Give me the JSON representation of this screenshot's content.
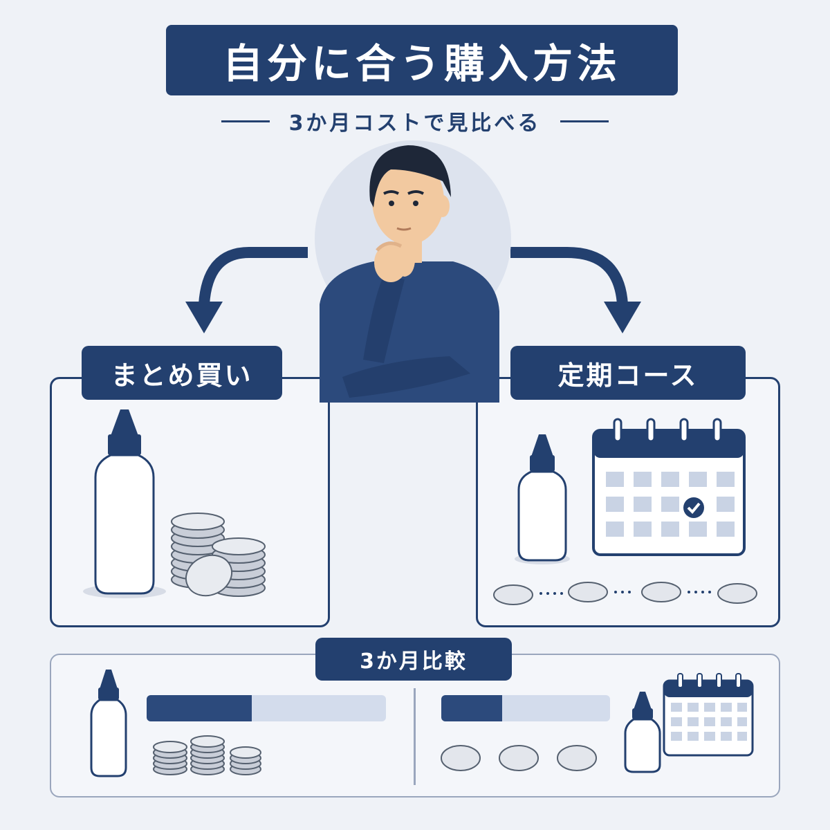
{
  "header": {
    "title": "自分に合う購入方法",
    "subtitle": "3か月コストで見比べる"
  },
  "options": {
    "bulk_label": "まとめ買い",
    "subscription_label": "定期コース"
  },
  "comparison": {
    "label": "3か月比較",
    "bulk_bar_fill": 0.44,
    "subscription_bar_fill": 0.36
  },
  "colors": {
    "navy": "#23406f",
    "background": "#eff2f7",
    "bar_track": "#d3dcec"
  },
  "icons": [
    "thinking-man-icon",
    "arrow-left-icon",
    "arrow-right-icon",
    "bottle-icon",
    "coin-stack-icon",
    "calendar-icon",
    "check-icon",
    "coin-icon"
  ]
}
